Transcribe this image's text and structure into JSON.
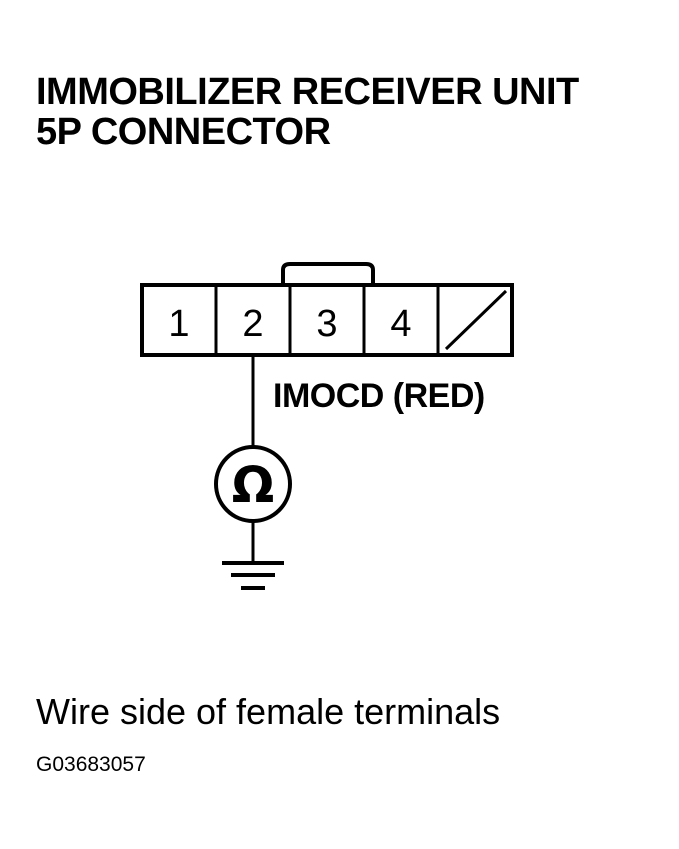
{
  "title": {
    "line1": "IMMOBILIZER RECEIVER UNIT",
    "line2": "5P CONNECTOR"
  },
  "connector": {
    "pins": [
      {
        "label": "1"
      },
      {
        "label": "2"
      },
      {
        "label": "3"
      },
      {
        "label": "4"
      },
      {
        "label": ""
      }
    ]
  },
  "wire_label": "IMOCD (RED)",
  "meter_symbol": "Ω",
  "caption": "Wire side of female terminals",
  "figure_id": "G03683057"
}
